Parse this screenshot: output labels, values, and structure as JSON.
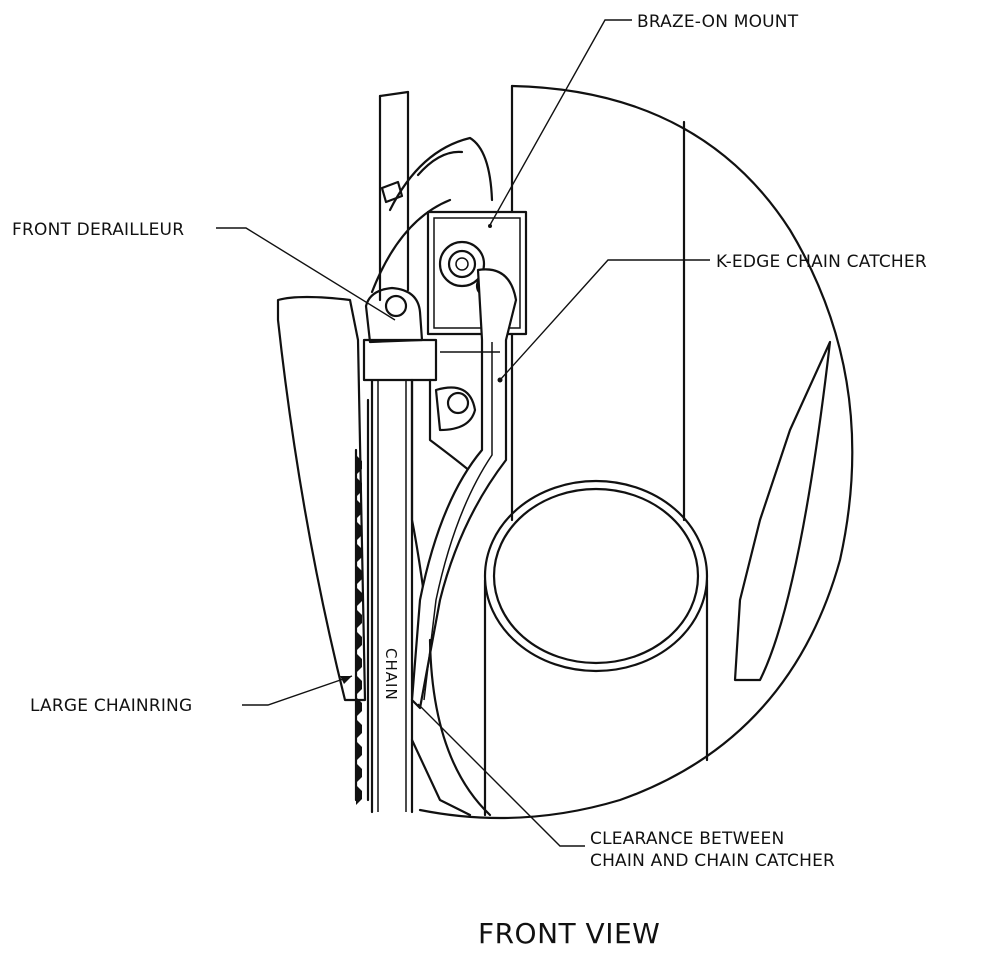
{
  "title": "FRONT VIEW",
  "labels": {
    "braze_on_mount": "BRAZE-ON MOUNT",
    "front_derailleur": "FRONT DERAILLEUR",
    "k_edge_chain_catcher": "K-EDGE CHAIN CATCHER",
    "large_chainring": "LARGE CHAINRING",
    "clearance_line1": "CLEARANCE BETWEEN",
    "clearance_line2": "CHAIN AND CHAIN CATCHER",
    "chain": "CHAIN"
  }
}
